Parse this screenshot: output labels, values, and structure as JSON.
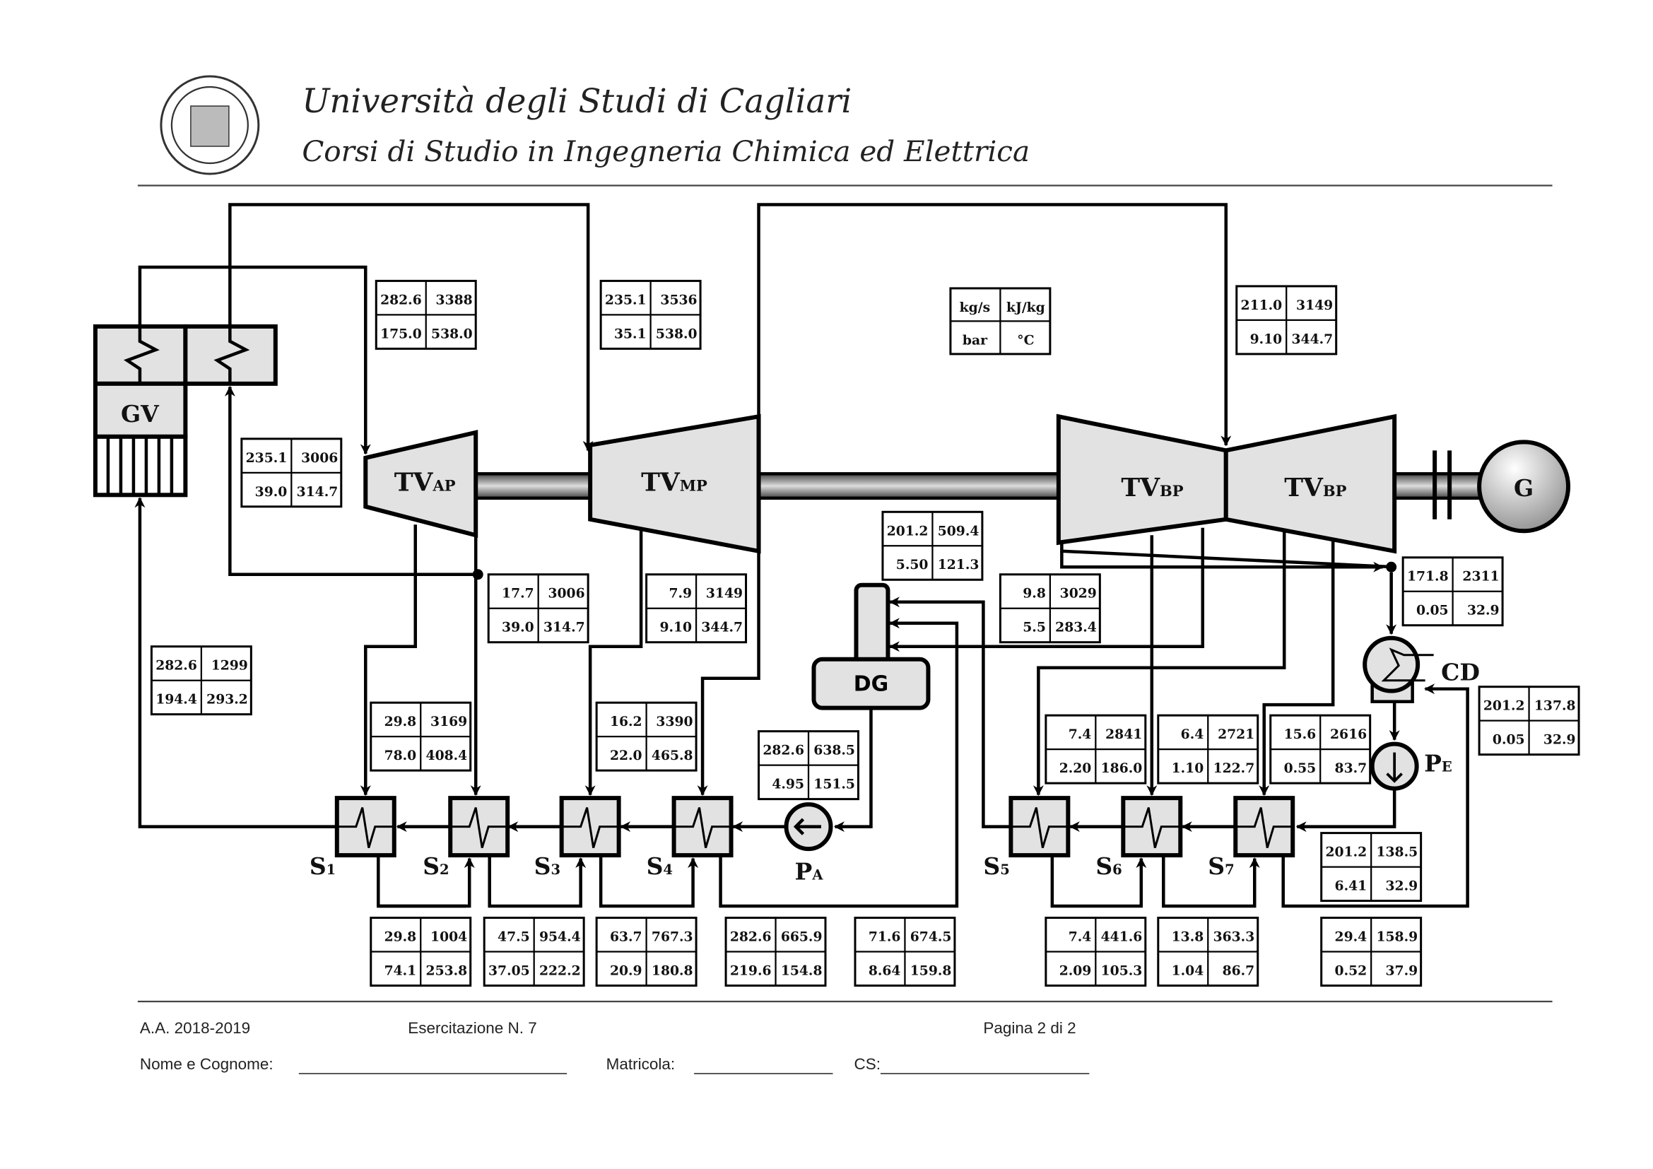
{
  "header": {
    "title": "Università degli Studi di Cagliari",
    "subtitle": "Corsi di Studio in Ingegneria Chimica ed Elettrica"
  },
  "components": {
    "gv": "GV",
    "tv_ap": {
      "main": "TV",
      "sub": "AP"
    },
    "tv_mp": {
      "main": "TV",
      "sub": "MP"
    },
    "tv_bp1": {
      "main": "TV",
      "sub": "BP"
    },
    "tv_bp2": {
      "main": "TV",
      "sub": "BP"
    },
    "generator": "G",
    "dg": "DG",
    "cd": "CD",
    "pa": {
      "main": "P",
      "sub": "A"
    },
    "pe": {
      "main": "P",
      "sub": "E"
    },
    "heaters": [
      {
        "main": "S",
        "sub": "1"
      },
      {
        "main": "S",
        "sub": "2"
      },
      {
        "main": "S",
        "sub": "3"
      },
      {
        "main": "S",
        "sub": "4"
      },
      {
        "main": "S",
        "sub": "5"
      },
      {
        "main": "S",
        "sub": "6"
      },
      {
        "main": "S",
        "sub": "7"
      }
    ]
  },
  "legend": {
    "mass": "kg/s",
    "enthalpy": "kJ/kg",
    "pressure": "bar",
    "temperature": "°C"
  },
  "states": [
    [
      "282.6",
      "3388",
      "175.0",
      "538.0"
    ],
    [
      "235.1",
      "3536",
      "35.1",
      "538.0"
    ],
    [
      "211.0",
      "3149",
      "9.10",
      "344.7"
    ],
    [
      "235.1",
      "3006",
      "39.0",
      "314.7"
    ],
    [
      "201.2",
      "509.4",
      "5.50",
      "121.3"
    ],
    [
      "17.7",
      "3006",
      "39.0",
      "314.7"
    ],
    [
      "7.9",
      "3149",
      "9.10",
      "344.7"
    ],
    [
      "9.8",
      "3029",
      "5.5",
      "283.4"
    ],
    [
      "171.8",
      "2311",
      "0.05",
      "32.9"
    ],
    [
      "282.6",
      "1299",
      "194.4",
      "293.2"
    ],
    [
      "29.8",
      "3169",
      "78.0",
      "408.4"
    ],
    [
      "16.2",
      "3390",
      "22.0",
      "465.8"
    ],
    [
      "282.6",
      "638.5",
      "4.95",
      "151.5"
    ],
    [
      "201.2",
      "137.8",
      "0.05",
      "32.9"
    ],
    [
      "7.4",
      "2841",
      "2.20",
      "186.0"
    ],
    [
      "6.4",
      "2721",
      "1.10",
      "122.7"
    ],
    [
      "15.6",
      "2616",
      "0.55",
      "83.7"
    ],
    [
      "201.2",
      "138.5",
      "6.41",
      "32.9"
    ],
    [
      "29.8",
      "1004",
      "74.1",
      "253.8"
    ],
    [
      "47.5",
      "954.4",
      "37.05",
      "222.2"
    ],
    [
      "63.7",
      "767.3",
      "20.9",
      "180.8"
    ],
    [
      "282.6",
      "665.9",
      "219.6",
      "154.8"
    ],
    [
      "71.6",
      "674.5",
      "8.64",
      "159.8"
    ],
    [
      "7.4",
      "441.6",
      "2.09",
      "105.3"
    ],
    [
      "13.8",
      "363.3",
      "1.04",
      "86.7"
    ],
    [
      "29.4",
      "158.9",
      "0.52",
      "37.9"
    ]
  ],
  "footer": {
    "year": "A.A. 2018-2019",
    "exercise": "Esercitazione N. 7",
    "page": "Pagina 2 di 2",
    "name_label": "Nome e Cognome:",
    "matricola_label": "Matricola:",
    "cs_label": "CS:"
  }
}
